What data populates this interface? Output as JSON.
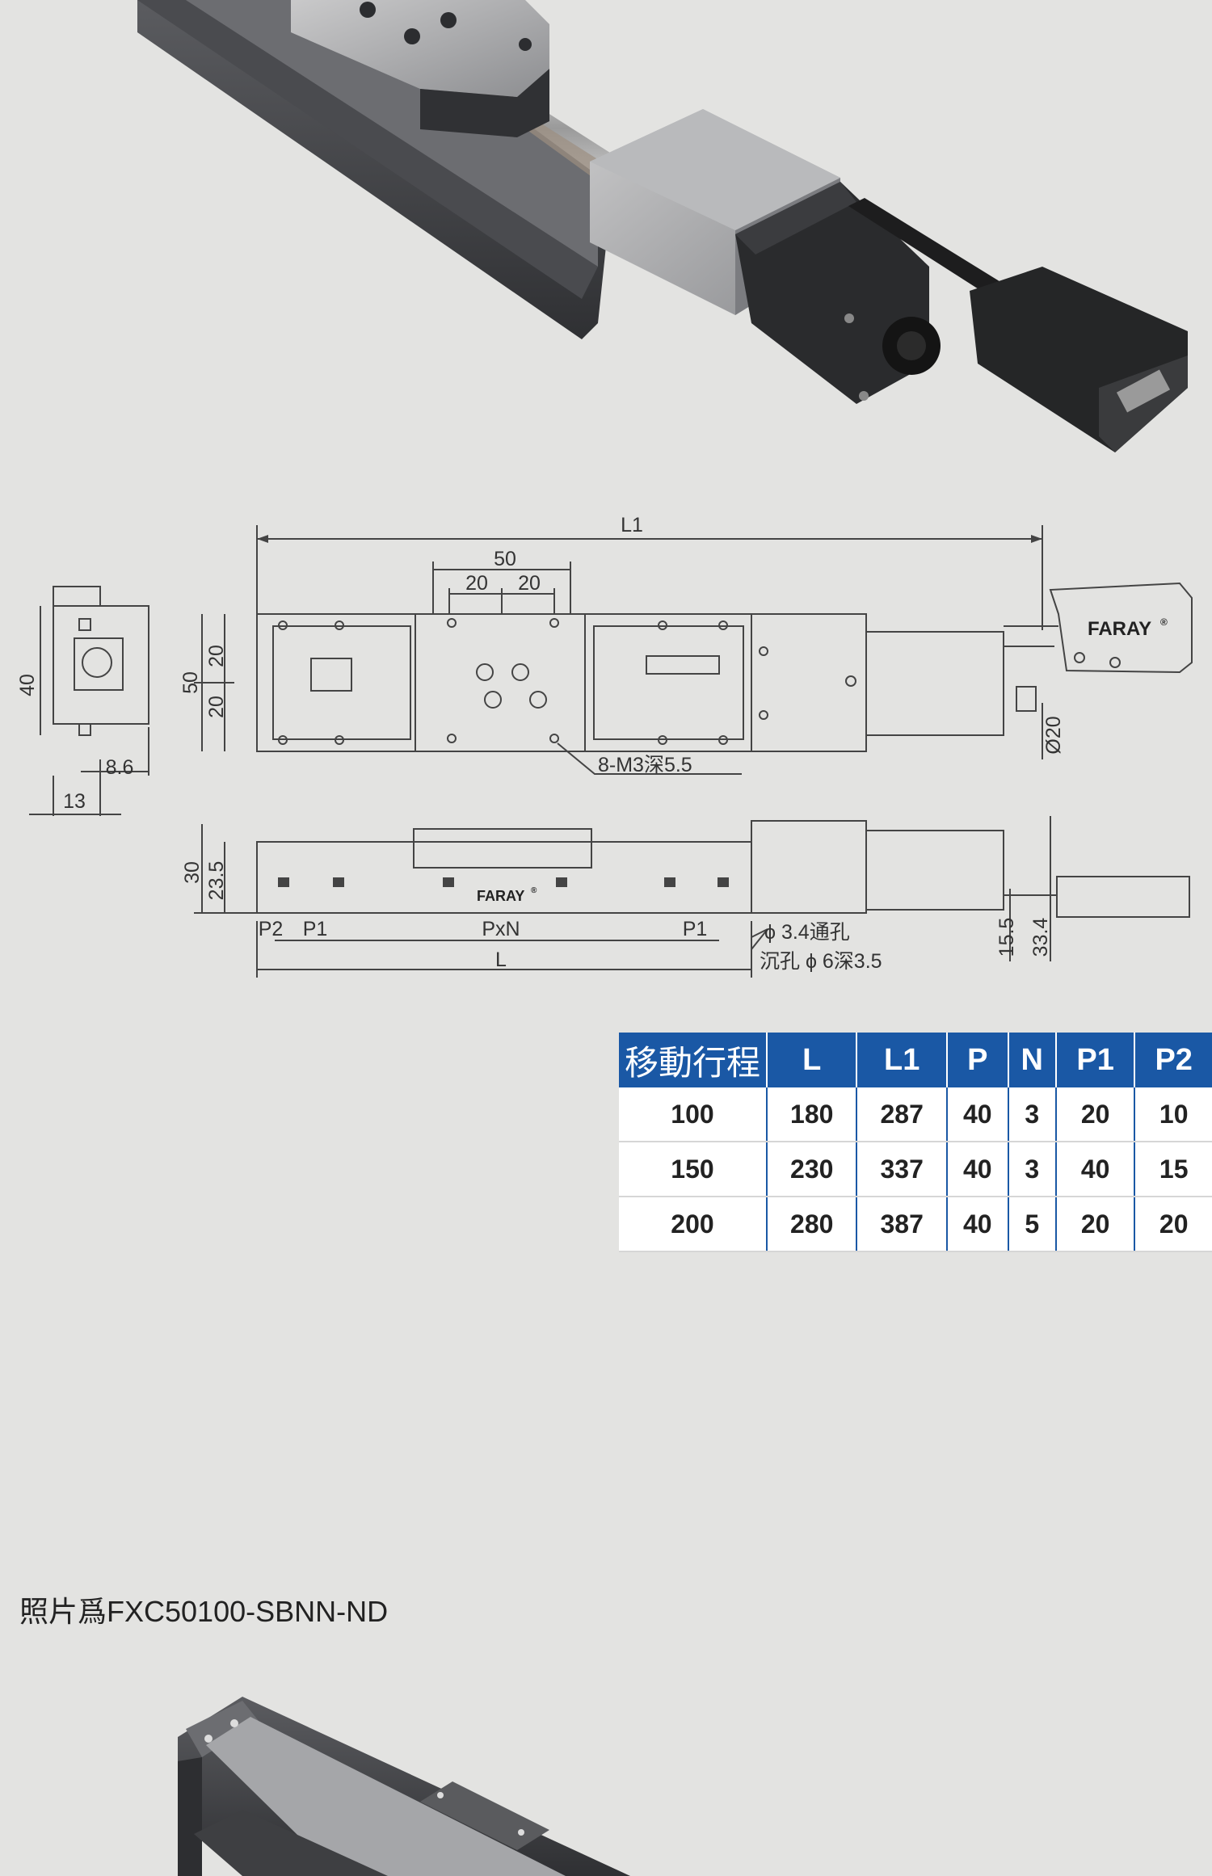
{
  "drawing": {
    "brand": "FARAY",
    "brand_mark": "®",
    "dims": {
      "L1": "L1",
      "top_50": "50",
      "top_20a": "20",
      "top_20b": "20",
      "side_40": "40",
      "side_8_6": "8.6",
      "side_13": "13",
      "plan_50": "50",
      "plan_20a": "20",
      "plan_20b": "20",
      "phi20": "Ø20",
      "hole_callout": "8-M3深5.5",
      "elev_30": "30",
      "elev_23_5": "23.5",
      "P2": "P2",
      "P1a": "P1",
      "PxN": "PxN",
      "P1b": "P1",
      "L": "L",
      "through_hole": "ϕ 3.4通孔",
      "counterbore": "沉孔 ϕ 6深3.5",
      "h15_5": "15.5",
      "h33_4": "33.4"
    }
  },
  "table": {
    "headers": [
      "移動行程",
      "L",
      "L1",
      "P",
      "N",
      "P1",
      "P2"
    ],
    "rows": [
      [
        "100",
        "180",
        "287",
        "40",
        "3",
        "20",
        "10"
      ],
      [
        "150",
        "230",
        "337",
        "40",
        "3",
        "40",
        "15"
      ],
      [
        "200",
        "280",
        "387",
        "40",
        "5",
        "20",
        "20"
      ]
    ]
  },
  "caption": "照片爲FXC50100-SBNN-ND",
  "colors": {
    "background": "#e3e3e1",
    "table_header": "#1a58a5",
    "metal_dark": "#3a3b3e",
    "metal_light": "#a7a8aa",
    "motor_black": "#242526"
  }
}
